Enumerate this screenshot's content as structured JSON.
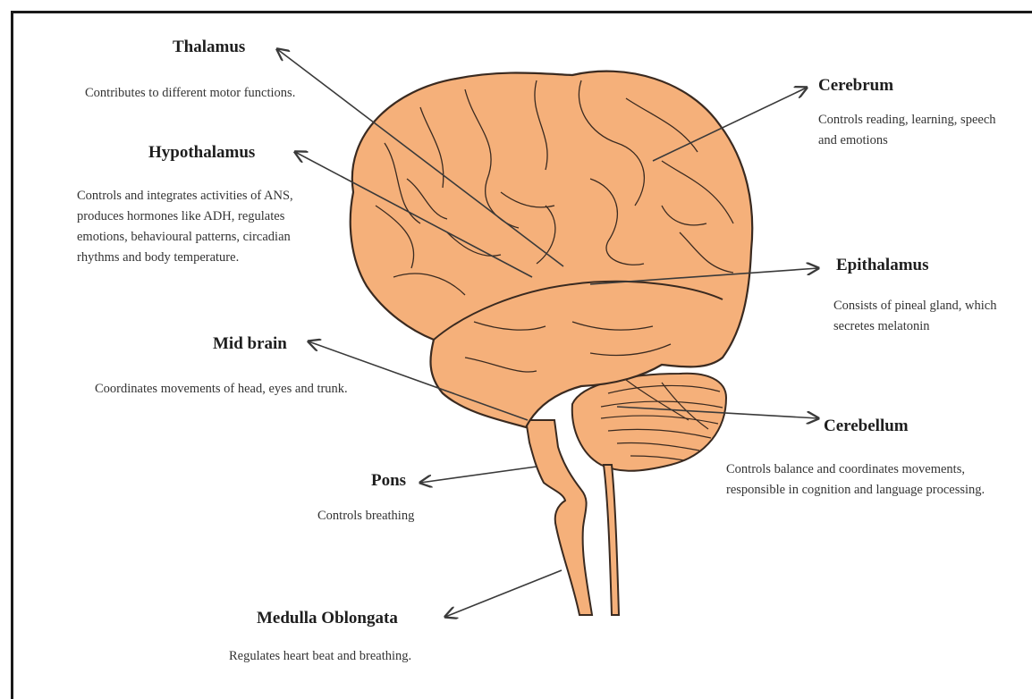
{
  "colors": {
    "brain_fill": "#f5b07a",
    "outline": "#3a2a20",
    "arrow": "#3a3a3a"
  },
  "parts": {
    "thalamus": {
      "label": "Thalamus",
      "desc": "Contributes to different motor functions."
    },
    "hypothalamus": {
      "label": "Hypothalamus",
      "desc": "Controls and integrates activities of ANS, produces hormones like ADH, regulates emotions, behavioural patterns, circadian rhythms and body temperature."
    },
    "midbrain": {
      "label": "Mid brain",
      "desc": "Coordinates movements of head, eyes and trunk."
    },
    "pons": {
      "label": "Pons",
      "desc": "Controls breathing"
    },
    "medulla": {
      "label": "Medulla Oblongata",
      "desc": "Regulates heart beat and breathing."
    },
    "cerebrum": {
      "label": "Cerebrum",
      "desc": "Controls reading, learning, speech and emotions"
    },
    "epithalamus": {
      "label": "Epithalamus",
      "desc": "Consists of pineal gland, which secretes melatonin"
    },
    "cerebellum": {
      "label": "Cerebellum",
      "desc": "Controls balance and coordinates movements, responsible in cognition and language processing."
    }
  }
}
